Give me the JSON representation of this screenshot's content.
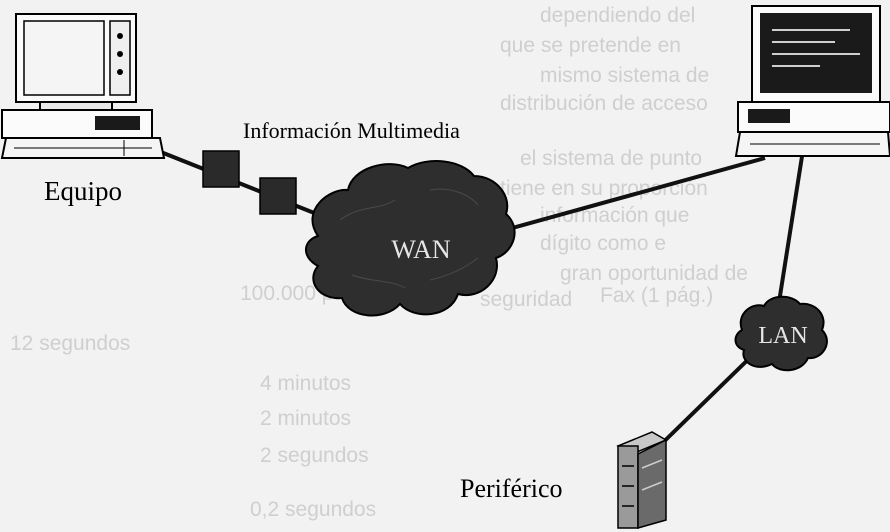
{
  "labels": {
    "equipo": "Equipo",
    "info": "Información Multimedia",
    "wan": "WAN",
    "lan": "LAN",
    "periferico": "Periférico"
  },
  "bleed_text": {
    "lines": [
      "dependiendo del",
      "que se pretende en",
      "mismo sistema de",
      "distribución de acceso",
      "el sistema de punto",
      "tiene en su proporción",
      "información que",
      "dígito como e",
      "gran oportunidad de",
      "seguridad",
      "100.000 páginas",
      "Fax (1 pág.)",
      "12 segundos",
      "4 minutos",
      "2 minutos",
      "2 segundos",
      "0,2 segundos"
    ]
  },
  "colors": {
    "background": "#f2f2f2",
    "cloud": "#2e2e2e",
    "ink": "#000000",
    "bleed": "#cfcfcf"
  }
}
